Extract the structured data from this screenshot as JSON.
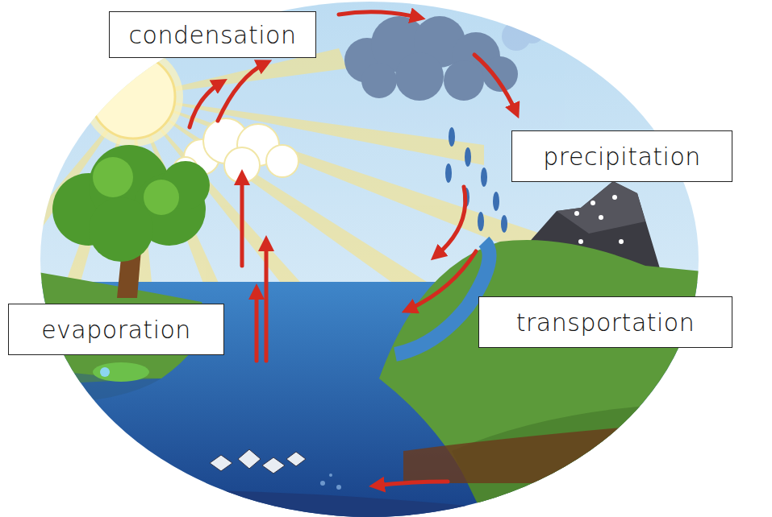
{
  "diagram": {
    "nodes": [
      {
        "text": [
          "condensation"
        ]
      },
      {
        "text": [
          "precipitation"
        ]
      },
      {
        "text": [
          "evaporation"
        ]
      },
      {
        "text": [
          "transportation"
        ]
      }
    ]
  }
}
